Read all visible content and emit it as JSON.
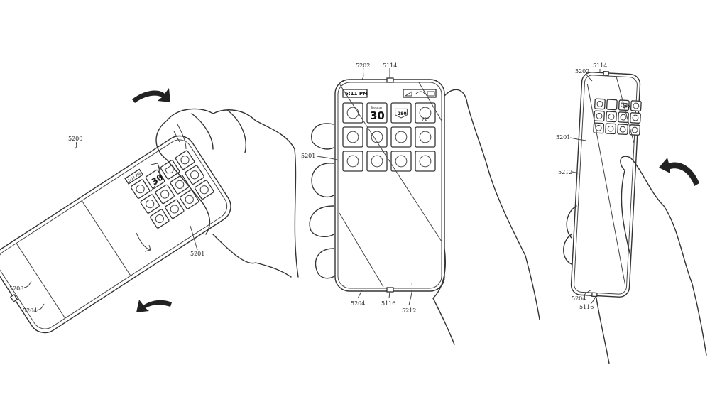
{
  "figure": {
    "left": {
      "labels": {
        "ref_5200": "5200",
        "ref_5201": "5201",
        "ref_5208": "5208",
        "ref_5204": "5204"
      },
      "screen": {
        "time": "5:11 PM",
        "calendar_day": "30"
      }
    },
    "middle": {
      "labels": {
        "ref_5202": "5202",
        "ref_5114": "5114",
        "ref_5201": "5201",
        "ref_5204": "5204",
        "ref_5116": "5116",
        "ref_5212": "5212"
      },
      "screen": {
        "time": "5:11 PM",
        "calendar_weekday": "Tuesday",
        "calendar_day": "30",
        "route_sign": "280",
        "weather_temp": "72°"
      }
    },
    "right": {
      "labels": {
        "ref_5202": "5202",
        "ref_5114": "5114",
        "ref_5201": "5201",
        "ref_5212": "5212",
        "ref_5204": "5204",
        "ref_5116": "5116"
      },
      "screen": {
        "route_sign": "280"
      }
    },
    "icons": [
      "messages-icon",
      "calendar-icon",
      "maps-icon",
      "weather-icon",
      "clock-icon",
      "app-store-icon",
      "music-icon",
      "voice-memo-icon",
      "video-camera-icon",
      "mail-icon",
      "camera-icon",
      "phone-icon"
    ],
    "line_color": "#333333"
  }
}
